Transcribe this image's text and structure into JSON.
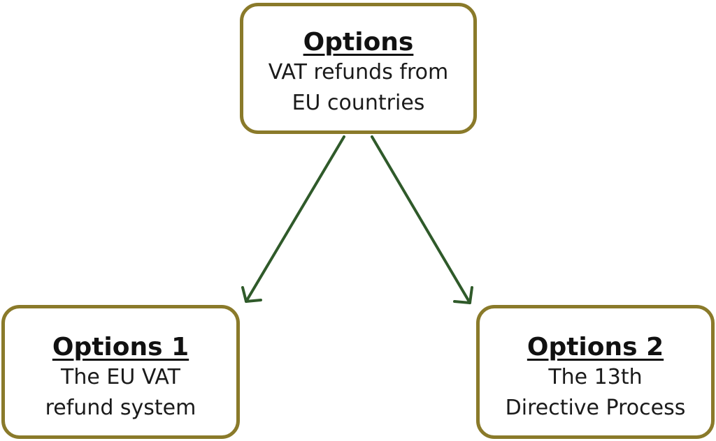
{
  "diagram": {
    "top": {
      "title": "Options",
      "lines": [
        "VAT refunds from",
        "EU countries"
      ]
    },
    "left": {
      "title": "Options 1",
      "lines": [
        "The EU VAT",
        "refund system"
      ]
    },
    "right": {
      "title": "Options 2",
      "lines": [
        "The 13th",
        "Directive Process"
      ]
    },
    "colors": {
      "box_border": "#8a7a2a",
      "arrow": "#2f5a2a",
      "text": "#1a1a1a"
    }
  }
}
